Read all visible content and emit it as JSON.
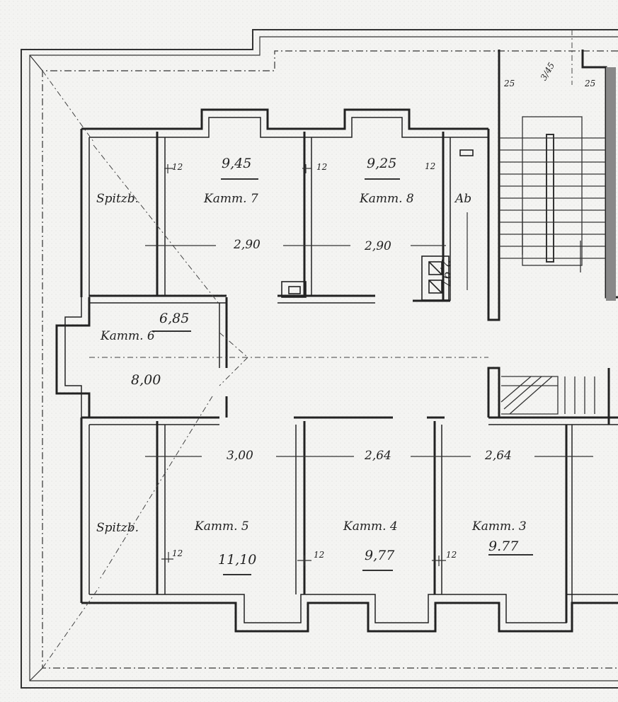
{
  "plan": {
    "rooms": [
      {
        "id": "kammer-7",
        "name": "Kamm. 7",
        "area": "9,45",
        "wall": "12"
      },
      {
        "id": "kammer-8",
        "name": "Kamm. 8",
        "area": "9,25",
        "wall": "12"
      },
      {
        "id": "kammer-6",
        "name": "Kamm. 6",
        "area": "6,85",
        "note": "8,00"
      },
      {
        "id": "kammer-5",
        "name": "Kamm. 5",
        "area": "11,10",
        "wall": "12"
      },
      {
        "id": "kammer-4",
        "name": "Kamm. 4",
        "area": "9,77",
        "wall": "12"
      },
      {
        "id": "kammer-3",
        "name": "Kamm. 3",
        "area": "9.77",
        "wall": "12"
      }
    ],
    "spaces": {
      "left_top": "Spitzb.",
      "left_bottom": "Spitzb.",
      "wc": "Ab"
    },
    "top_dims": [
      "2,90",
      "2,90"
    ],
    "bottom_dims": [
      "3,00",
      "2,64",
      "2,64"
    ],
    "side_dims": {
      "wc_height": "2,97",
      "wall_left": "12",
      "stair_wall_a": "25",
      "stair_wall_b": "25",
      "stair_slope": "3/45"
    }
  }
}
